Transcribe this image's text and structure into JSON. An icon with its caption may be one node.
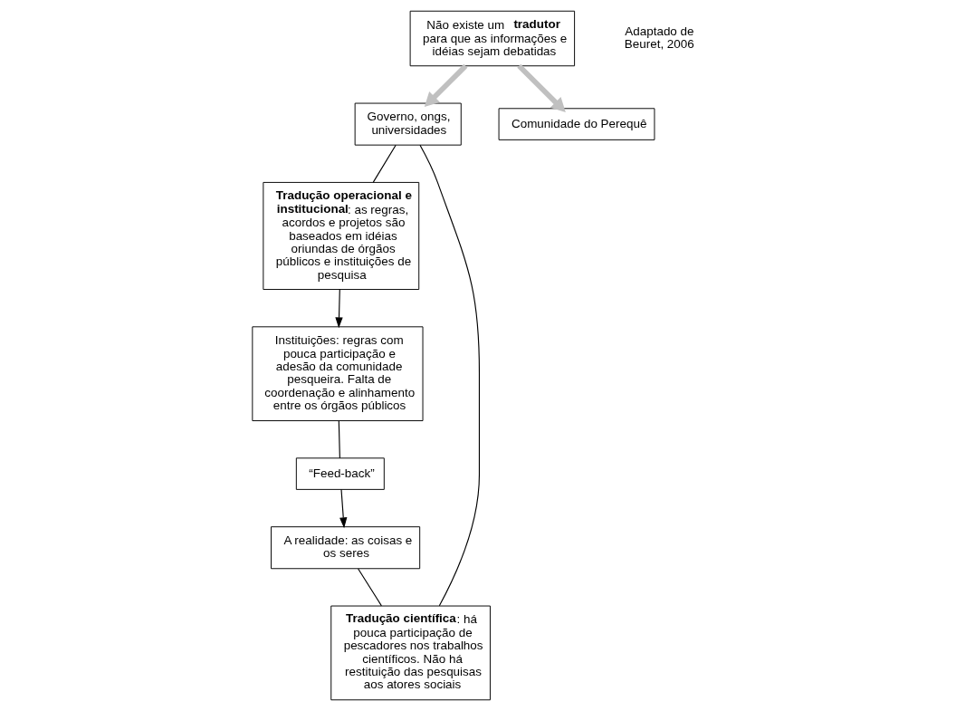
{
  "diagram": {
    "nodes": [
      {
        "text": [
          "Governo, ongs, universidades"
        ]
      },
      {
        "text": [
          "**Tradução operacional e institucional**: as regras, acordos e projetos são baseados em idéias oriundas de órgãos públicos e instituições de pesquisa"
        ]
      },
      {
        "text": [
          "**Tradução científica**: há pouca participação de pescadores nos trabalhos científicos. Não há restituição das pesquisas aos atores sociais"
        ]
      },
      {
        "text": [
          "Não existe um **tradutor** para que as informações e idéias sejam debatidas"
        ]
      },
      {
        "text": [
          "A realidade: as coisas e os seres"
        ]
      },
      {
        "text": [
          "Instituições: regras com pouca participação e adesão da comunidade pesqueira. Falta de coordenação e alinhamento entre os órgãos públicos"
        ]
      },
      {
        "text": [
          "Comunidade do Perequê"
        ]
      },
      {
        "text": [
          "“Feed-back”"
        ]
      }
    ],
    "edges": [
      {
        "from": 4,
        "to": 2,
        "arrow": "none"
      },
      {
        "from": 2,
        "to": 0,
        "arrow": "none"
      },
      {
        "from": 0,
        "to": 1,
        "arrow": "none"
      },
      {
        "from": 1,
        "to": 5,
        "arrow": "to"
      },
      {
        "from": 5,
        "to": 7,
        "arrow": "none"
      },
      {
        "from": 7,
        "to": 4,
        "arrow": "to"
      },
      {
        "from": 3,
        "to": 0,
        "arrow": "to",
        "style": "thick",
        "color": "#c0c0c0"
      },
      {
        "from": 3,
        "to": 6,
        "arrow": "to",
        "style": "thick",
        "color": "#c0c0c0"
      }
    ],
    "labels": [
      "Adaptado de Beuret, 2006"
    ]
  }
}
